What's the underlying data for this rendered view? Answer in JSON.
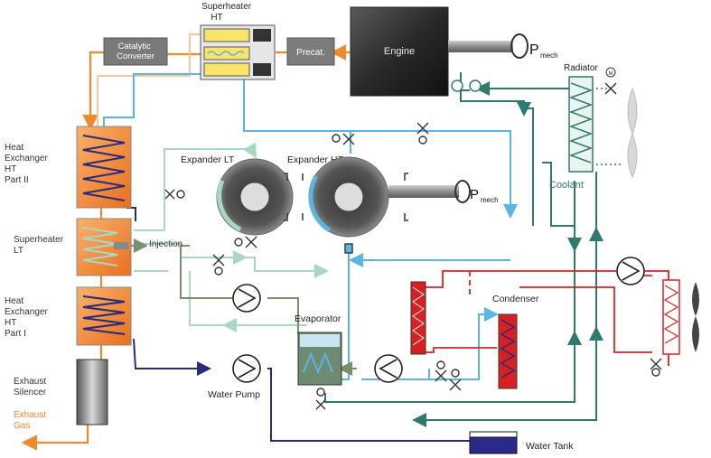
{
  "labels": {
    "superheater_ht": [
      "Superheater",
      "HT"
    ],
    "catalytic_converter": [
      "Catalytic",
      "Converter"
    ],
    "precat": "Precat.",
    "engine": "Engine",
    "pmech_top": "P",
    "pmech_top_sub": "mech",
    "radiator": "Radiator",
    "motor_m": "M",
    "heat_exchanger_ht_part2": [
      "Heat",
      "Exchanger",
      "HT",
      "Part II"
    ],
    "expander_lt": "Expander LT",
    "expander_ht": "Expander HT",
    "pmech_mid": "P",
    "pmech_mid_sub": "mech",
    "coolant": "Coolant",
    "superheater_lt": [
      "Superheater",
      "LT"
    ],
    "injection": "Injection",
    "heat_exchanger_ht_part1": [
      "Heat",
      "Exchanger",
      "HT",
      "Part I"
    ],
    "evaporator": "Evaporator",
    "condenser": "Condenser",
    "exhaust_silencer": [
      "Exhaust",
      "Silencer"
    ],
    "exhaust_gas": [
      "Exhaust",
      "Gas"
    ],
    "water_pump": "Water Pump",
    "water_tank": "Water Tank"
  },
  "colors": {
    "exhaust": "#f08a2c",
    "exhaust_light": "#f6c79a",
    "steam_ht": "#5ab4e4",
    "steam_lt": "#a8d8c0",
    "water_loop": "#2a2a7a",
    "coolant": "#2e7a6e",
    "refrigerant": "#e02020",
    "injection": "#7a8f6a"
  }
}
